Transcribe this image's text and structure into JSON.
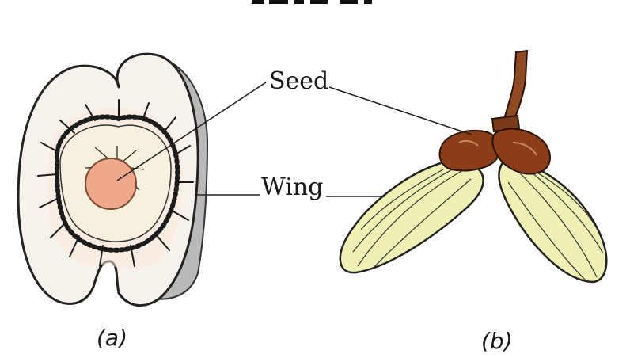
{
  "labels": {
    "seed": "Seed",
    "wing": "Wing"
  },
  "captions": {
    "a": "(a)",
    "b": "(b)"
  },
  "colors": {
    "wing_a_fill": "#f7f3ec",
    "seed_a_fill": "#f0a88c",
    "wing_b_fill": "#eef0b4",
    "seed_b_fill": "#8a3d17",
    "stalk_fill": "#8f4a22"
  }
}
